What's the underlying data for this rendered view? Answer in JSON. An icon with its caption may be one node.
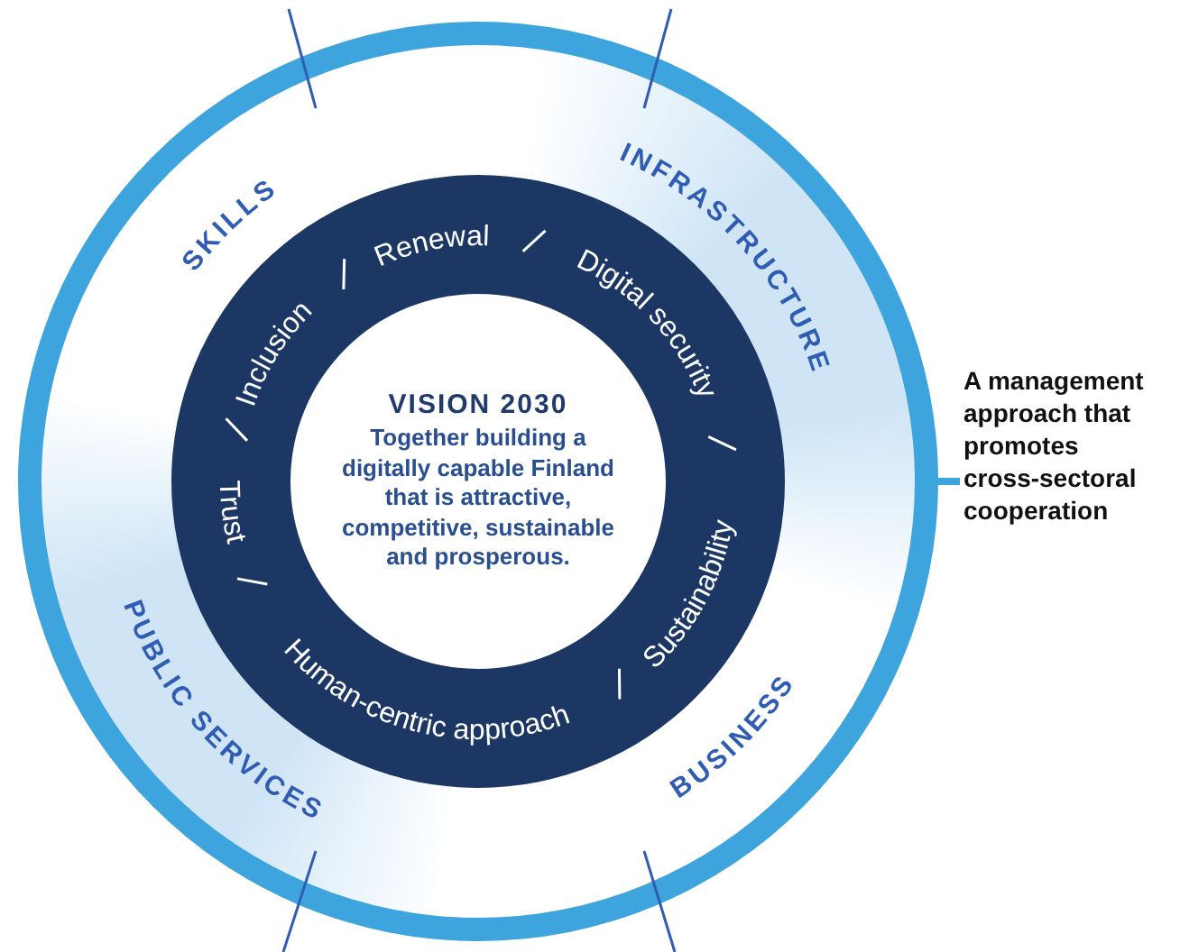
{
  "diagram": {
    "nodes": [
      {
        "text": [],
        "shape": "circle"
      },
      {
        "text": [],
        "shape": "circle",
        "in": 0
      },
      {
        "text": [
          "VISION 2030",
          "Together building a digitally capable Finland that is attractive, competitive, sustainable and prosperous."
        ],
        "in": 1
      },
      {
        "text": [
          "A management approach that promotes cross-sectoral cooperation"
        ]
      }
    ],
    "edges": [
      {
        "from": 3,
        "to": 0,
        "arrow": "none"
      }
    ],
    "labels": [
      "SKILLS",
      "INFRASTRUCTURE",
      "PUBLIC SERVICES",
      "BUSINESS",
      "Renewal",
      "Digital security",
      "Sustainability",
      "Human-centric approach",
      "Trust",
      "Inclusion"
    ]
  }
}
